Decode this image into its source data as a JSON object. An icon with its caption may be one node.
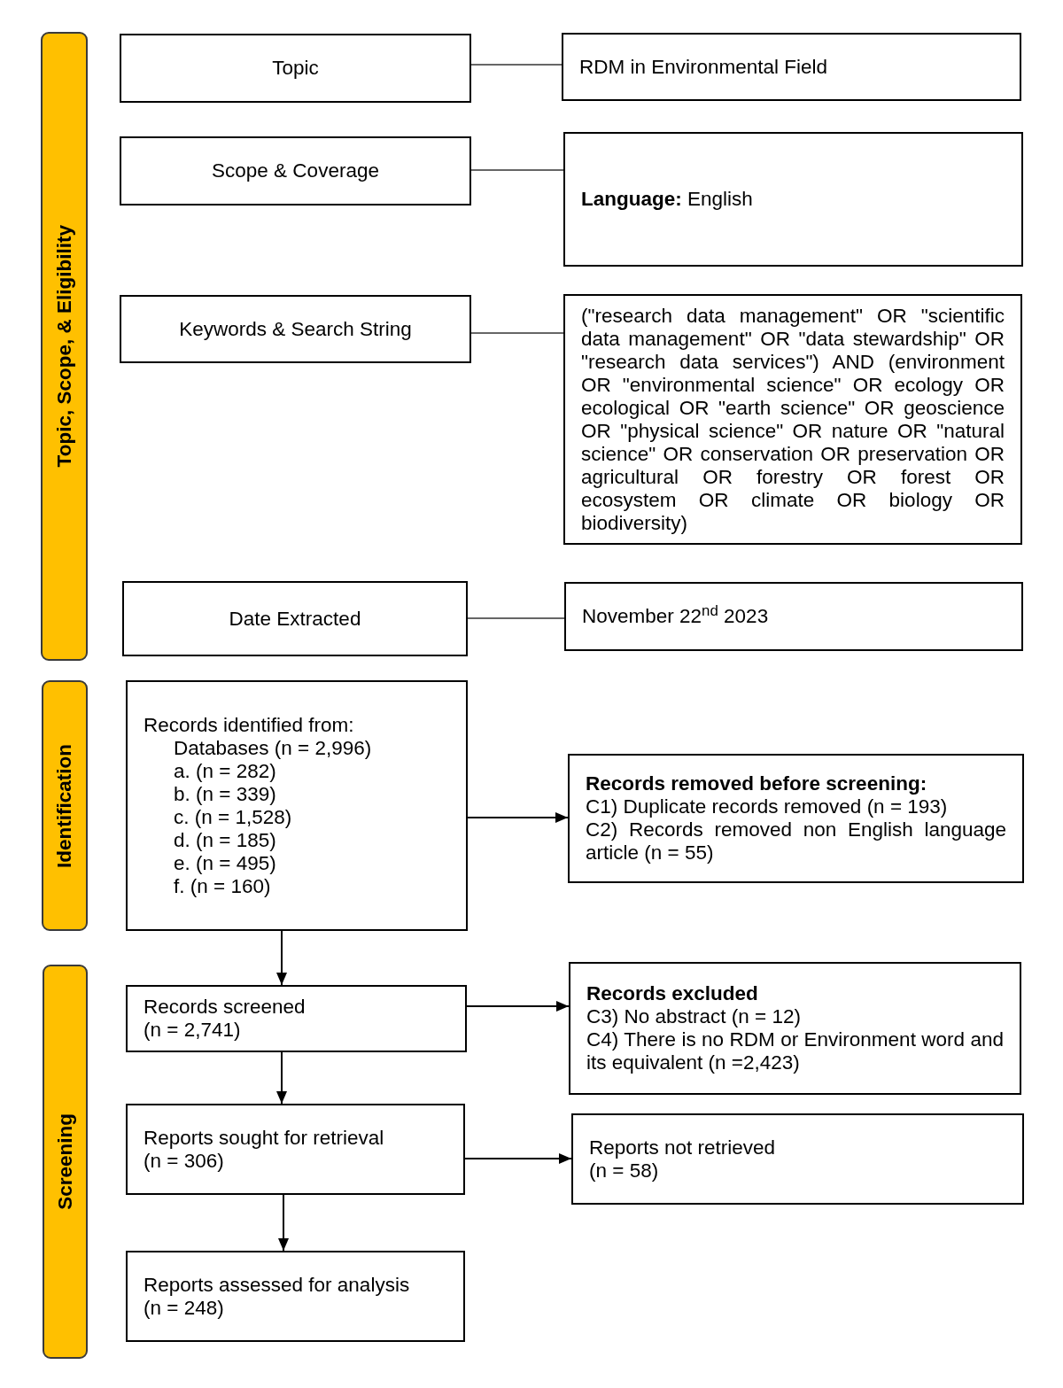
{
  "diagram": {
    "nodes": [
      {
        "text": [
          "Topic, Scope, & Eligibility"
        ]
      },
      {
        "text": [
          "Topic"
        ]
      },
      {
        "text": [
          "RDM in Environmental Field"
        ]
      },
      {
        "text": [
          "Scope & Coverage"
        ]
      },
      {
        "text": [
          "**Language:** English"
        ]
      },
      {
        "text": [
          "Keywords & Search String"
        ]
      },
      {
        "text": [
          "(\"research data management\" OR \"scientific data management\" OR \"data stewardship\" OR \"research data services\") AND (environment OR \"environmental science\" OR ecology OR ecological OR \"earth science\" OR geoscience OR \"physical science\" OR nature OR \"natural science\" OR conservation OR preservation OR agricultural OR forestry OR forest OR ecosystem OR climate OR biology OR biodiversity)"
        ]
      },
      {
        "text": [
          "Date Extracted"
        ]
      },
      {
        "text": [
          "November 22$^{nd}$ 2023"
        ]
      },
      {
        "text": [
          "Identification"
        ]
      },
      {
        "text": [
          "Records identified from:",
          "Databases (n = 2,996)",
          "a. (n = 282)",
          "b. (n = 339)",
          "c. (n = 1,528)",
          "d. (n = 185)",
          "e. (n = 495)",
          "f. (n = 160)"
        ]
      },
      {
        "text": [
          "Records removed before screening:",
          "C1) Duplicate records removed (n = 193)",
          "C2) Records removed non English language article (n = 55)"
        ]
      },
      {
        "text": [
          "Screening"
        ]
      },
      {
        "text": [
          "Records screened",
          "(n = 2,741)"
        ]
      },
      {
        "text": [
          "Records excluded",
          "C3) No abstract (n = 12)",
          "C4) There is no RDM or Environment word and its equivalent (n =2,423)"
        ]
      },
      {
        "text": [
          "Reports sought for retrieval",
          "(n = 306)"
        ]
      },
      {
        "text": [
          "Reports not retrieved",
          "(n = 58)"
        ]
      },
      {
        "text": [
          "Reports assessed for analysis",
          "(n = 248)"
        ]
      }
    ],
    "edges": [
      {
        "from": 1,
        "to": 2,
        "arrow": "none",
        "color": "#666666"
      },
      {
        "from": 3,
        "to": 4,
        "arrow": "none",
        "color": "#666666"
      },
      {
        "from": 5,
        "to": 6,
        "arrow": "none",
        "color": "#666666"
      },
      {
        "from": 7,
        "to": 8,
        "arrow": "none",
        "color": "#666666"
      },
      {
        "from": 10,
        "to": 11,
        "arrow": "to"
      },
      {
        "from": 10,
        "to": 13,
        "arrow": "to"
      },
      {
        "from": 13,
        "to": 14,
        "arrow": "to"
      },
      {
        "from": 13,
        "to": 15,
        "arrow": "to"
      },
      {
        "from": 15,
        "to": 16,
        "arrow": "to"
      },
      {
        "from": 15,
        "to": 17,
        "arrow": "to"
      }
    ]
  }
}
